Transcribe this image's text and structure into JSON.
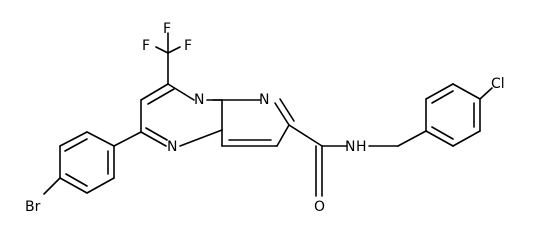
{
  "atoms": {
    "F1": "F",
    "F2": "F",
    "F3": "F",
    "N_bridge": "N",
    "N_pyrazole": "N",
    "N_pyrimidine": "N",
    "Br": "Br",
    "O": "O",
    "NH": "N",
    "H": "H",
    "Cl": "Cl"
  }
}
